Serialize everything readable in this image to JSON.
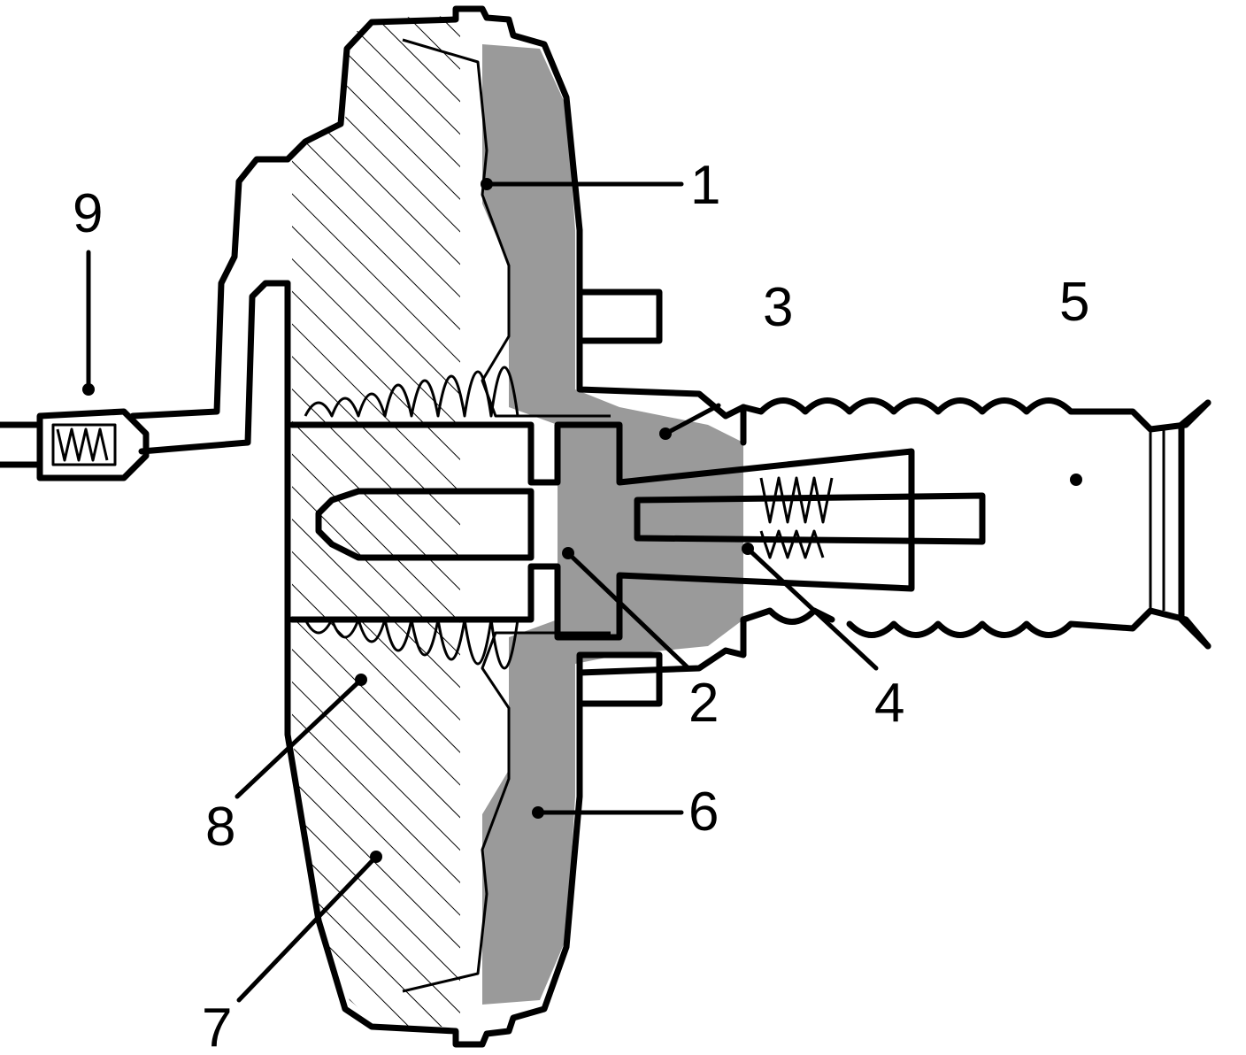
{
  "callouts": [
    {
      "id": "1",
      "label": "1"
    },
    {
      "id": "2",
      "label": "2"
    },
    {
      "id": "3",
      "label": "3"
    },
    {
      "id": "4",
      "label": "4"
    },
    {
      "id": "5",
      "label": "5"
    },
    {
      "id": "6",
      "label": "6"
    },
    {
      "id": "7",
      "label": "7"
    },
    {
      "id": "8",
      "label": "8"
    },
    {
      "id": "9",
      "label": "9"
    }
  ],
  "colors": {
    "line": "#000000",
    "shading": "#9a9a9a",
    "background": "#ffffff"
  }
}
